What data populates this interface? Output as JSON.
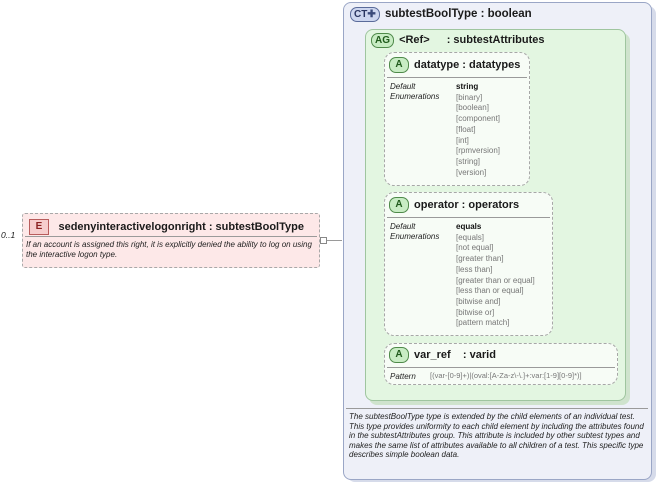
{
  "element": {
    "occurrence": "0..1",
    "badge": "E",
    "title": "sedenyinteractivelogonright : subtestBoolType",
    "doc": "If an account is assigned this right, it is explicitly denied the ability to log on using the interactive logon type."
  },
  "complex_type": {
    "badge": "CT",
    "title": "subtestBoolType : boolean",
    "doc": "The subtestBoolType type is extended by the child elements of an individual test.  This type provides uniformity to each child element by including the attributes found in the subtestAttributes group.  This attribute is included by other subtest types and makes the same list of attributes available to all children of a test.  This specific type describes simple boolean data."
  },
  "attribute_group": {
    "badge": "AG",
    "ref_label": "<Ref>",
    "name": ": subtestAttributes"
  },
  "attributes": [
    {
      "badge": "A",
      "title": "datatype  : datatypes",
      "labels": [
        "Default",
        "Enumerations"
      ],
      "values": [
        "string",
        "[binary]",
        "[boolean]",
        "[component]",
        "[float]",
        "[int]",
        "[rpmversion]",
        "[string]",
        "[version]"
      ]
    },
    {
      "badge": "A",
      "title": "operator  : operators",
      "labels": [
        "Default",
        "Enumerations"
      ],
      "values": [
        "equals",
        "[equals]",
        "[not equal]",
        "[greater than]",
        "[less than]",
        "[greater than or equal]",
        "[less than or equal]",
        "[bitwise and]",
        "[bitwise or]",
        "[pattern match]"
      ]
    },
    {
      "badge": "A",
      "title": "var_ref    : varid",
      "labels": [
        "Pattern"
      ],
      "values": [
        "[(var-[0-9]+)|(oval:[A-Za-z\\-\\.]+:var:[1-9][0-9]*)]"
      ]
    }
  ]
}
